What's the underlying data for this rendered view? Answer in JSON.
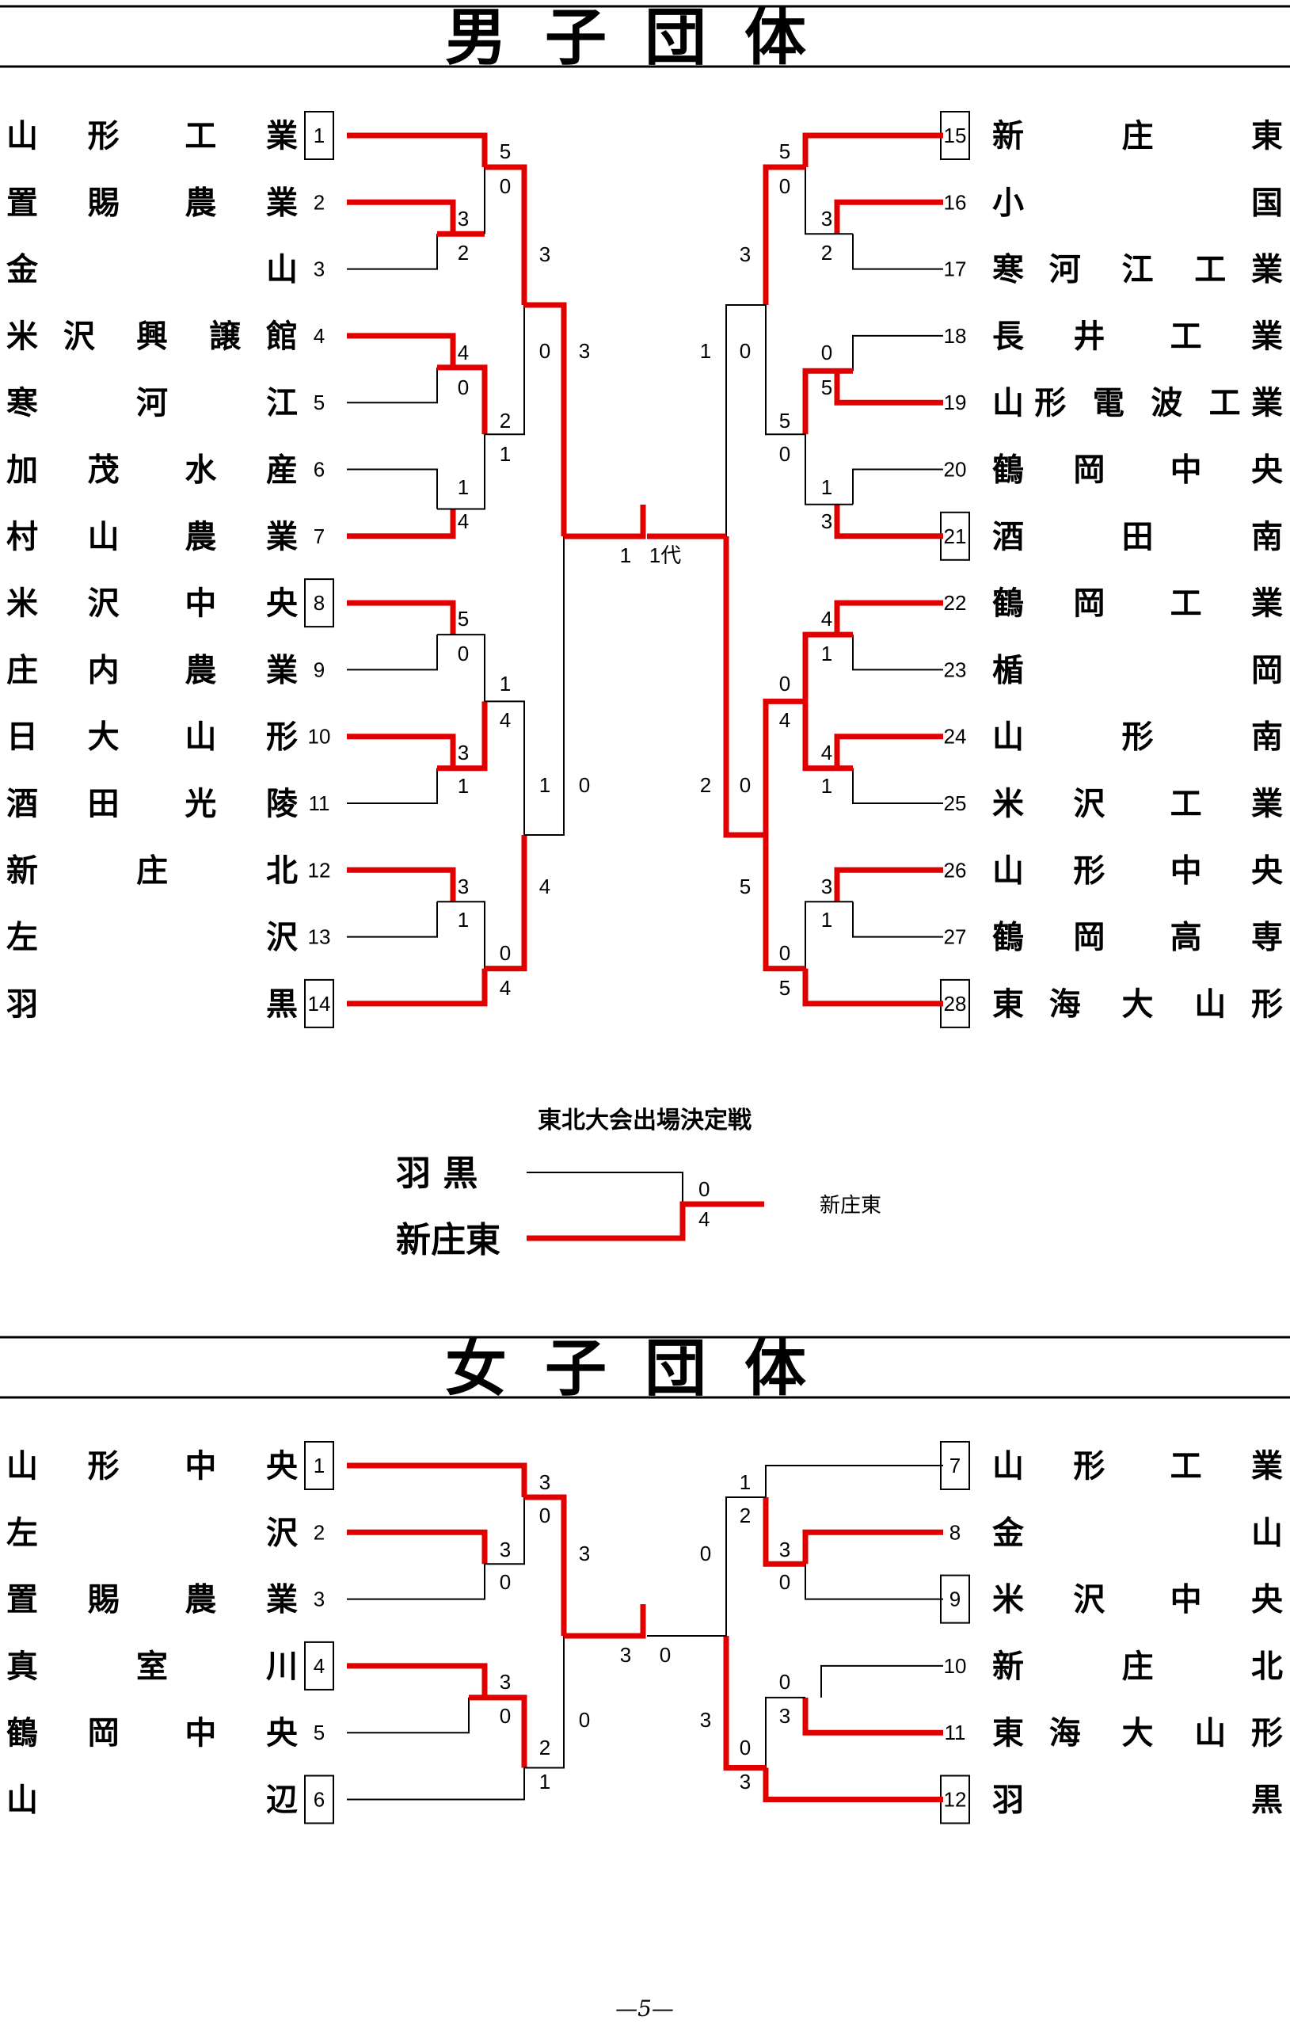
{
  "colors": {
    "winner_line": "#e00000",
    "loser_line": "#000000",
    "background": "#ffffff"
  },
  "men": {
    "title": "男子団体",
    "left_teams": [
      {
        "num": "1",
        "name": "山形工業",
        "boxed": true
      },
      {
        "num": "2",
        "name": "置賜農業",
        "boxed": false
      },
      {
        "num": "3",
        "name": "金山",
        "boxed": false
      },
      {
        "num": "4",
        "name": "米沢興譲館",
        "boxed": false
      },
      {
        "num": "5",
        "name": "寒河江",
        "boxed": false
      },
      {
        "num": "6",
        "name": "加茂水産",
        "boxed": false
      },
      {
        "num": "7",
        "name": "村山農業",
        "boxed": false
      },
      {
        "num": "8",
        "name": "米沢中央",
        "boxed": true
      },
      {
        "num": "9",
        "name": "庄内農業",
        "boxed": false
      },
      {
        "num": "10",
        "name": "日大山形",
        "boxed": false
      },
      {
        "num": "11",
        "name": "酒田光陵",
        "boxed": false
      },
      {
        "num": "12",
        "name": "新庄北",
        "boxed": false
      },
      {
        "num": "13",
        "name": "左沢",
        "boxed": false
      },
      {
        "num": "14",
        "name": "羽黒",
        "boxed": true
      }
    ],
    "right_teams": [
      {
        "num": "15",
        "name": "新庄東",
        "boxed": true
      },
      {
        "num": "16",
        "name": "小国",
        "boxed": false
      },
      {
        "num": "17",
        "name": "寒河江工業",
        "boxed": false
      },
      {
        "num": "18",
        "name": "長井工業",
        "boxed": false
      },
      {
        "num": "19",
        "name": "山形電波工業",
        "boxed": false
      },
      {
        "num": "20",
        "name": "鶴岡中央",
        "boxed": false
      },
      {
        "num": "21",
        "name": "酒田南",
        "boxed": true
      },
      {
        "num": "22",
        "name": "鶴岡工業",
        "boxed": false
      },
      {
        "num": "23",
        "name": "楯岡",
        "boxed": false
      },
      {
        "num": "24",
        "name": "山形南",
        "boxed": false
      },
      {
        "num": "25",
        "name": "米沢工業",
        "boxed": false
      },
      {
        "num": "26",
        "name": "山形中央",
        "boxed": false
      },
      {
        "num": "27",
        "name": "鶴岡高専",
        "boxed": false
      },
      {
        "num": "28",
        "name": "東海大山形",
        "boxed": true
      }
    ],
    "left_scores": [
      "5",
      "0",
      "3",
      "2",
      "3",
      "0",
      "4",
      "0",
      "2",
      "1",
      "1",
      "4",
      "5",
      "0",
      "1",
      "4",
      "3",
      "1",
      "3",
      "1",
      "0",
      "4",
      "1",
      "0",
      "3",
      "0",
      "4"
    ],
    "right_scores": [
      "5",
      "0",
      "3",
      "2",
      "3",
      "1",
      "0",
      "0",
      "5",
      "5",
      "0",
      "1",
      "3",
      "4",
      "1",
      "0",
      "4",
      "4",
      "1",
      "2",
      "0",
      "3",
      "1",
      "5",
      "0",
      "5"
    ],
    "final": {
      "left": "1",
      "right": "1代"
    },
    "playoff": {
      "title": "東北大会出場決定戦",
      "team_top": "羽 黒",
      "team_bottom": "新庄東",
      "score_top": "0",
      "score_bottom": "4",
      "winner": "新庄東"
    }
  },
  "women": {
    "title": "女子団体",
    "left_teams": [
      {
        "num": "1",
        "name": "山形中央",
        "boxed": true
      },
      {
        "num": "2",
        "name": "左沢",
        "boxed": false
      },
      {
        "num": "3",
        "name": "置賜農業",
        "boxed": false
      },
      {
        "num": "4",
        "name": "真室川",
        "boxed": true
      },
      {
        "num": "5",
        "name": "鶴岡中央",
        "boxed": false
      },
      {
        "num": "6",
        "name": "山辺",
        "boxed": true
      }
    ],
    "right_teams": [
      {
        "num": "7",
        "name": "山形工業",
        "boxed": true
      },
      {
        "num": "8",
        "name": "金山",
        "boxed": false
      },
      {
        "num": "9",
        "name": "米沢中央",
        "boxed": true
      },
      {
        "num": "10",
        "name": "新庄北",
        "boxed": false
      },
      {
        "num": "11",
        "name": "東海大山形",
        "boxed": false
      },
      {
        "num": "12",
        "name": "羽黒",
        "boxed": true
      }
    ],
    "left_scores": [
      "3",
      "0",
      "3",
      "3",
      "0",
      "3",
      "0",
      "2",
      "1",
      "0"
    ],
    "right_scores": [
      "1",
      "2",
      "3",
      "0",
      "0",
      "0",
      "3",
      "3",
      "0",
      "3"
    ],
    "final": {
      "left": "3",
      "right": "0"
    }
  },
  "page_number": "—5—"
}
